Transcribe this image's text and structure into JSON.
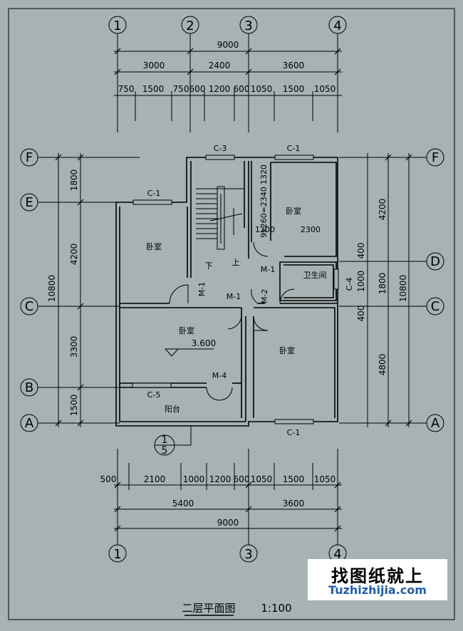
{
  "axes": {
    "top": [
      "1",
      "2",
      "3",
      "4"
    ],
    "bottom": [
      "1",
      "3",
      "4"
    ],
    "left": [
      "F",
      "E",
      "C",
      "B",
      "A"
    ],
    "right": [
      "F",
      "D",
      "C",
      "A"
    ]
  },
  "dims_top": {
    "total": "9000",
    "mid": [
      "3000",
      "2400",
      "3600"
    ],
    "detail": [
      "750",
      "1500",
      "750",
      "600",
      "1200",
      "600",
      "1050",
      "1500",
      "1050"
    ]
  },
  "dims_bottom": {
    "detail": [
      "500",
      "2100",
      "1000",
      "1200",
      "600",
      "1050",
      "1500",
      "1050"
    ],
    "mid": [
      "5400",
      "3600"
    ],
    "total": "9000"
  },
  "dims_left": {
    "segments": [
      "1800",
      "4200",
      "3300",
      "1500"
    ],
    "total": "10800"
  },
  "dims_right": {
    "segments": [
      "4200",
      "400",
      "1800",
      "400",
      "4800"
    ],
    "total": "10800",
    "window": "1000"
  },
  "rooms": {
    "bedroom": "卧室",
    "bathroom": "卫生间",
    "balcony": "阳台"
  },
  "marks": {
    "c1": "C-1",
    "c3": "C-3",
    "c4": "C-4",
    "c5": "C-5",
    "m1": "M-1",
    "m2": "M-2",
    "m4": "M-4",
    "stair_down": "下",
    "stair_up": "上",
    "stair_calc": "9x260=2340",
    "dim_1320": "1320",
    "dim_1200": "1200",
    "dim_2300": "2300",
    "elevation": "3.600",
    "section_top": "1",
    "section_bottom": "5"
  },
  "title": {
    "name": "二层平面图",
    "scale": "1:100"
  },
  "watermark": {
    "cn": "找图纸就上",
    "en": "Tuzhizhijia.com"
  }
}
